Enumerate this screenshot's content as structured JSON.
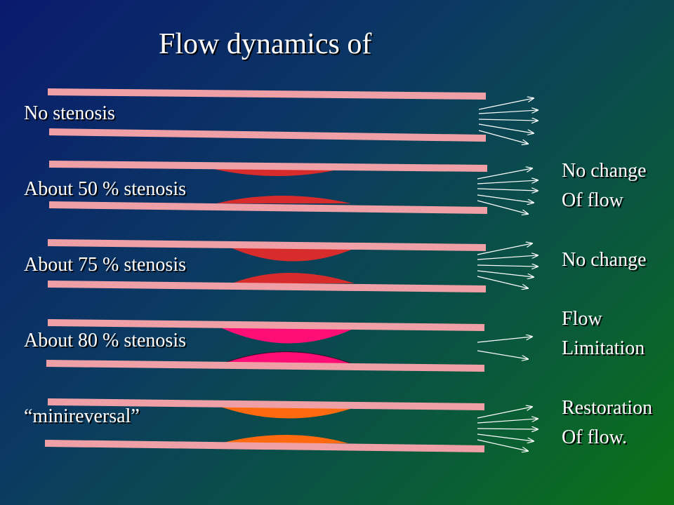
{
  "title": "Flow dynamics of",
  "colors": {
    "vessel_wall": "#efa0a6",
    "plaque_50": "#d82c2c",
    "plaque_75": "#d82c2c",
    "plaque_80": "#ff0f75",
    "plaque_mini": "#ff6a10",
    "arrow": "#ffffff"
  },
  "rows": [
    {
      "label": "No stenosis"
    },
    {
      "label": "About 50 % stenosis"
    },
    {
      "label": "About 75 % stenosis"
    },
    {
      "label": "About 80 % stenosis"
    },
    {
      "label": "“minireversal”"
    }
  ],
  "outcomes": [
    {
      "line1": "No change",
      "line2": "Of flow"
    },
    {
      "line1": "No change"
    },
    {
      "line1": "Flow",
      "line2": "Limitation"
    },
    {
      "line1": "Restoration",
      "line2": "Of flow."
    }
  ]
}
